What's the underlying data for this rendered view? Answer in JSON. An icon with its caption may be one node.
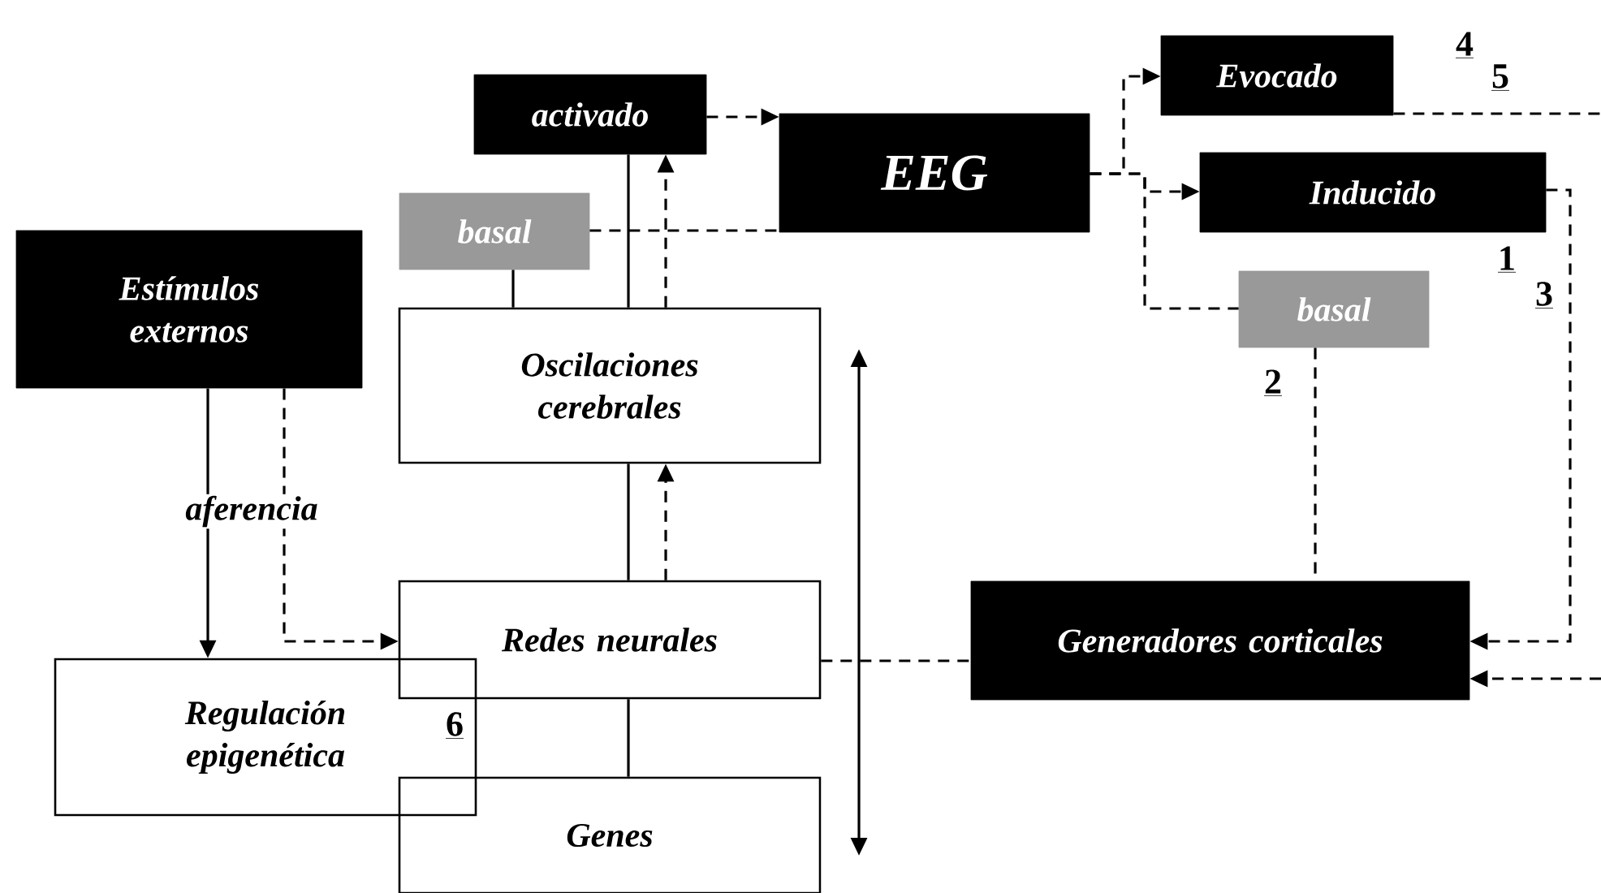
{
  "diagram": {
    "nodes": [
      {
        "text": [
          "activado"
        ]
      },
      {
        "text": [
          "EEG"
        ]
      },
      {
        "text": [
          "basal"
        ]
      },
      {
        "text": [
          "Evocado"
        ]
      },
      {
        "text": [
          "Inducido"
        ]
      },
      {
        "text": [
          "Estímulos externos"
        ]
      },
      {
        "text": [
          "basal"
        ]
      },
      {
        "text": [
          "Oscilaciones cerebrales"
        ]
      },
      {
        "text": [
          "Redes neurales"
        ]
      },
      {
        "text": [
          "Generadores corticales"
        ]
      },
      {
        "text": [
          "Regulación epigenética"
        ]
      },
      {
        "text": [
          "Genes"
        ]
      }
    ],
    "edges": [
      {
        "from": 0,
        "to": 1,
        "arrow": "to",
        "style": "dashed"
      },
      {
        "from": 2,
        "to": 1,
        "arrow": "none",
        "style": "dashed"
      },
      {
        "from": 2,
        "to": 7,
        "arrow": "none"
      },
      {
        "from": 7,
        "to": 0,
        "arrow": "none"
      },
      {
        "from": 7,
        "to": 0,
        "arrow": "to",
        "style": "dashed"
      },
      {
        "from": 1,
        "to": 3,
        "arrow": "to",
        "style": "dashed"
      },
      {
        "from": 1,
        "to": 4,
        "arrow": "to",
        "style": "dashed"
      },
      {
        "from": 1,
        "to": 6,
        "arrow": "none",
        "style": "dashed"
      },
      {
        "from": 4,
        "to": 9,
        "arrow": "to",
        "style": "dashed"
      },
      {
        "from": 3,
        "to": null,
        "arrow": "none",
        "style": "dashed"
      },
      {
        "from": null,
        "to": 9,
        "arrow": "to",
        "style": "dashed"
      },
      {
        "from": 6,
        "to": 9,
        "arrow": "none",
        "style": "dashed"
      },
      {
        "from": 8,
        "to": 9,
        "arrow": "none",
        "style": "dashed"
      },
      {
        "from": 5,
        "to": 10,
        "arrow": "to",
        "label": "aferencia"
      },
      {
        "from": 5,
        "to": 8,
        "arrow": "to",
        "style": "dashed"
      },
      {
        "from": 8,
        "to": 7,
        "arrow": "none"
      },
      {
        "from": 8,
        "to": 7,
        "arrow": "to",
        "style": "dashed"
      },
      {
        "from": 11,
        "to": 8,
        "arrow": "none"
      }
    ],
    "labels": [
      "4",
      "5",
      "1",
      "3",
      "2",
      "6"
    ]
  }
}
